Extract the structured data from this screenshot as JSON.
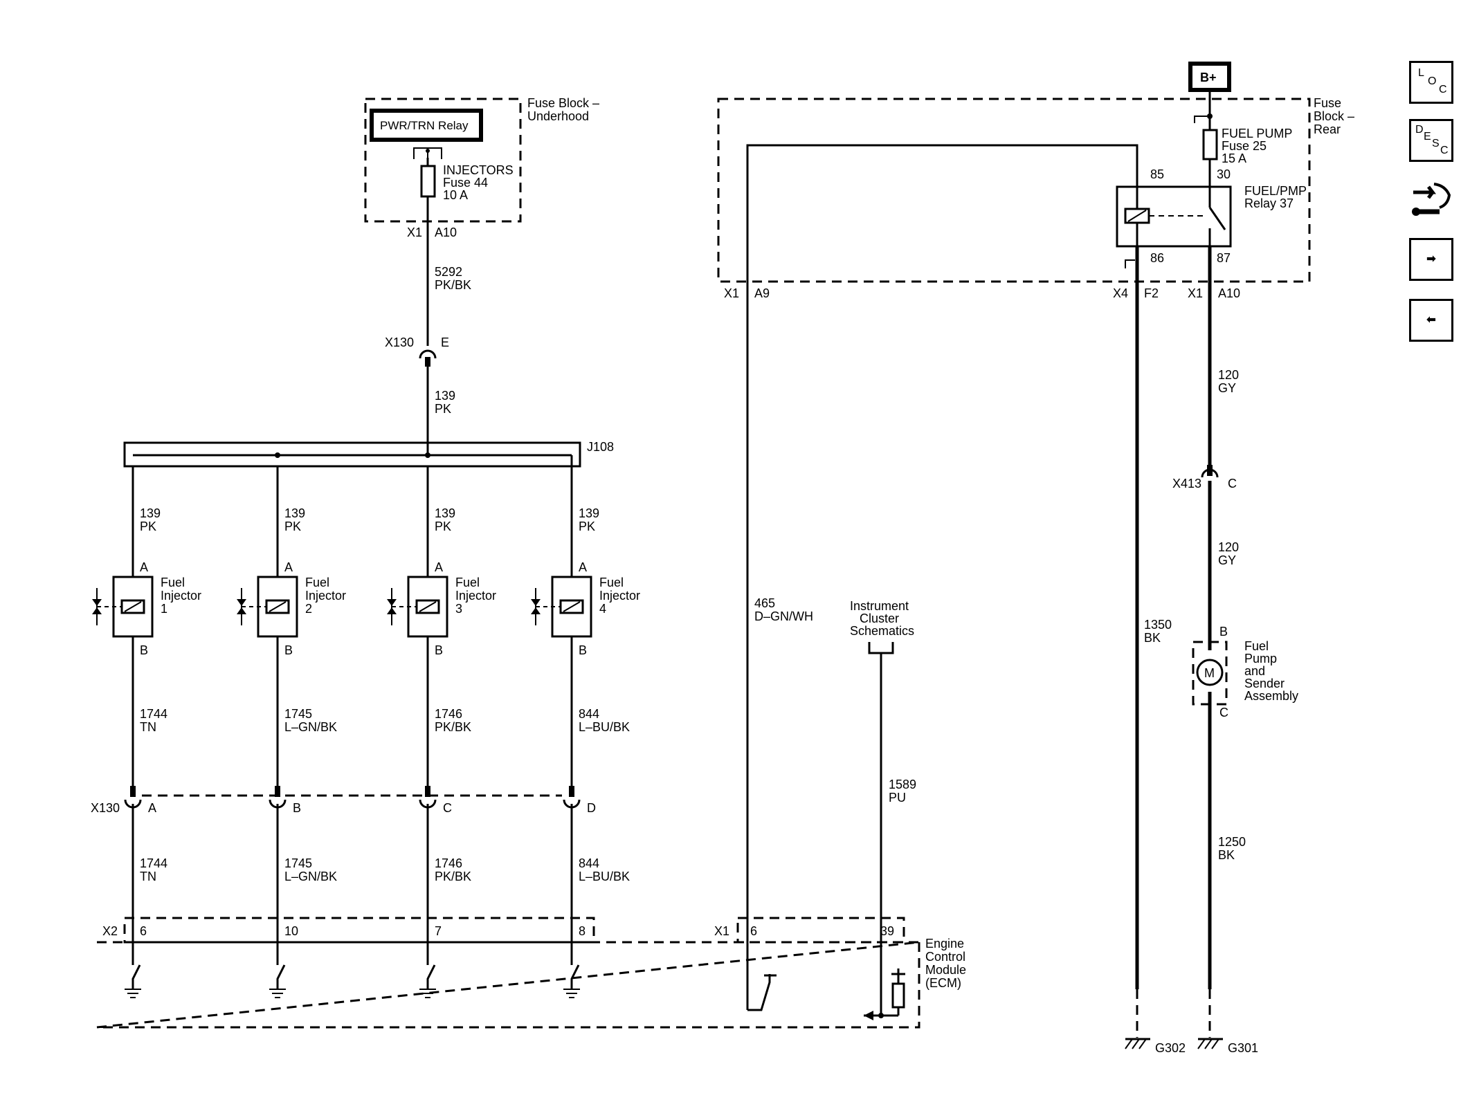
{
  "nav": {
    "loc": [
      "L",
      "O",
      "C"
    ],
    "desc": [
      "D",
      "E",
      "S",
      "C"
    ]
  },
  "labels": {
    "fuse_block_underhood": [
      "Fuse Block –",
      "Underhood"
    ],
    "pwr_relay": "PWR/TRN Relay",
    "injectors_fuse": [
      "INJECTORS",
      "Fuse 44",
      "10 A"
    ],
    "x1_left": "X1",
    "a10_left": "A10",
    "w5292": [
      "5292",
      "PK/BK"
    ],
    "x130_top": "X130",
    "x130_top_pin": "E",
    "w139_top": [
      "139",
      "PK"
    ],
    "j108": "J108",
    "injectors": [
      {
        "wire": [
          "139",
          "PK"
        ],
        "a": "A",
        "name": [
          "Fuel",
          "Injector",
          "1"
        ],
        "b": "B",
        "out": [
          "1744",
          "TN"
        ],
        "pin": "A",
        "ecm": "6"
      },
      {
        "wire": [
          "139",
          "PK"
        ],
        "a": "A",
        "name": [
          "Fuel",
          "Injector",
          "2"
        ],
        "b": "B",
        "out": [
          "1745",
          "L–GN/BK"
        ],
        "pin": "B",
        "ecm": "10"
      },
      {
        "wire": [
          "139",
          "PK"
        ],
        "a": "A",
        "name": [
          "Fuel",
          "Injector",
          "3"
        ],
        "b": "B",
        "out": [
          "1746",
          "PK/BK"
        ],
        "pin": "C",
        "ecm": "7"
      },
      {
        "wire": [
          "139",
          "PK"
        ],
        "a": "A",
        "name": [
          "Fuel",
          "Injector",
          "4"
        ],
        "b": "B",
        "out": [
          "844",
          "L–BU/BK"
        ],
        "pin": "D",
        "ecm": "8"
      }
    ],
    "x130_bottom": "X130",
    "x2": "X2",
    "x1_ecm": "X1",
    "ecm_6": "6",
    "ecm_39": "39",
    "ecm": [
      "Engine",
      "Control",
      "Module",
      "(ECM)"
    ],
    "w465": [
      "465",
      "D–GN/WH"
    ],
    "instrument_cluster": [
      "Instrument",
      "Cluster",
      "Schematics"
    ],
    "w1589": [
      "1589",
      "PU"
    ],
    "b_plus": "B+",
    "fuse_block_rear": [
      "Fuse",
      "Block –",
      "Rear"
    ],
    "fuel_pump_fuse": [
      "FUEL PUMP",
      "Fuse 25",
      "15 A"
    ],
    "relay_85": "85",
    "relay_30": "30",
    "relay_86": "86",
    "relay_87": "87",
    "fuel_pmp_relay": [
      "FUEL/PMP",
      "Relay 37"
    ],
    "x1_a9": [
      "X1",
      "A9"
    ],
    "x4_f2": [
      "X4",
      "F2"
    ],
    "x1_a10": [
      "X1",
      "A10"
    ],
    "w120_top": [
      "120",
      "GY"
    ],
    "x413": "X413",
    "x413_pin": "C",
    "w120_bottom": [
      "120",
      "GY"
    ],
    "pump_b": "B",
    "pump_c": "C",
    "pump_m": "M",
    "fuel_pump_assembly": [
      "Fuel",
      "Pump",
      "and",
      "Sender",
      "Assembly"
    ],
    "w1350": [
      "1350",
      "BK"
    ],
    "w1250": [
      "1250",
      "BK"
    ],
    "g302": "G302",
    "g301": "G301"
  }
}
